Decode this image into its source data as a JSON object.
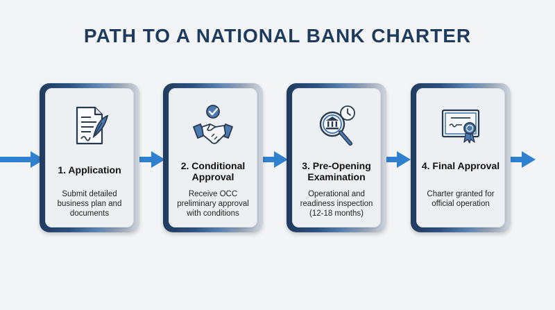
{
  "title": "PATH TO A NATIONAL BANK CHARTER",
  "steps": [
    {
      "title": "1. Application",
      "description": "Submit detailed business plan and documents",
      "icon": "document-quill-icon"
    },
    {
      "title": "2. Conditional Approval",
      "description": "Receive OCC preliminary approval with conditions",
      "icon": "handshake-check-icon"
    },
    {
      "title": "3. Pre-Opening Examination",
      "description": "Operational and readiness inspection (12-18 months)",
      "icon": "bank-magnifier-clock-icon"
    },
    {
      "title": "4. Final Approval",
      "description": "Charter granted for official operation",
      "icon": "certificate-seal-icon"
    }
  ],
  "colors": {
    "title": "#1e3a5c",
    "arrow": "#2f80cf",
    "frame_dark": "#203b5e",
    "icon_blue": "#4a78b0"
  }
}
